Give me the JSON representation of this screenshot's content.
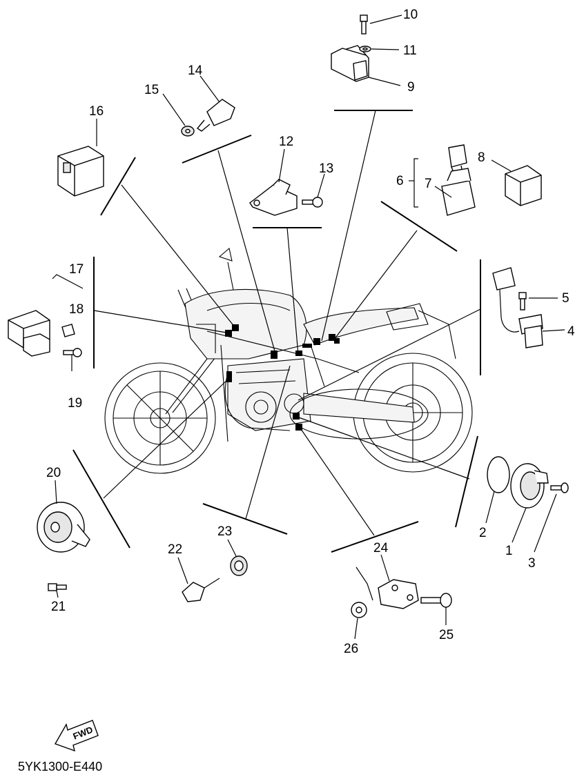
{
  "document_code": "5YK1300-E440",
  "direction_label": "FWD",
  "callouts": {
    "c1": "1",
    "c2": "2",
    "c3": "3",
    "c4": "4",
    "c5": "5",
    "c6": "6",
    "c7": "7",
    "c8": "8",
    "c9": "9",
    "c10": "10",
    "c11": "11",
    "c12": "12",
    "c13": "13",
    "c14": "14",
    "c15": "15",
    "c16": "16",
    "c17": "17",
    "c18": "18",
    "c19": "19",
    "c20": "20",
    "c21": "21",
    "c22": "22",
    "c23": "23",
    "c24": "24",
    "c25": "25",
    "c26": "26"
  }
}
